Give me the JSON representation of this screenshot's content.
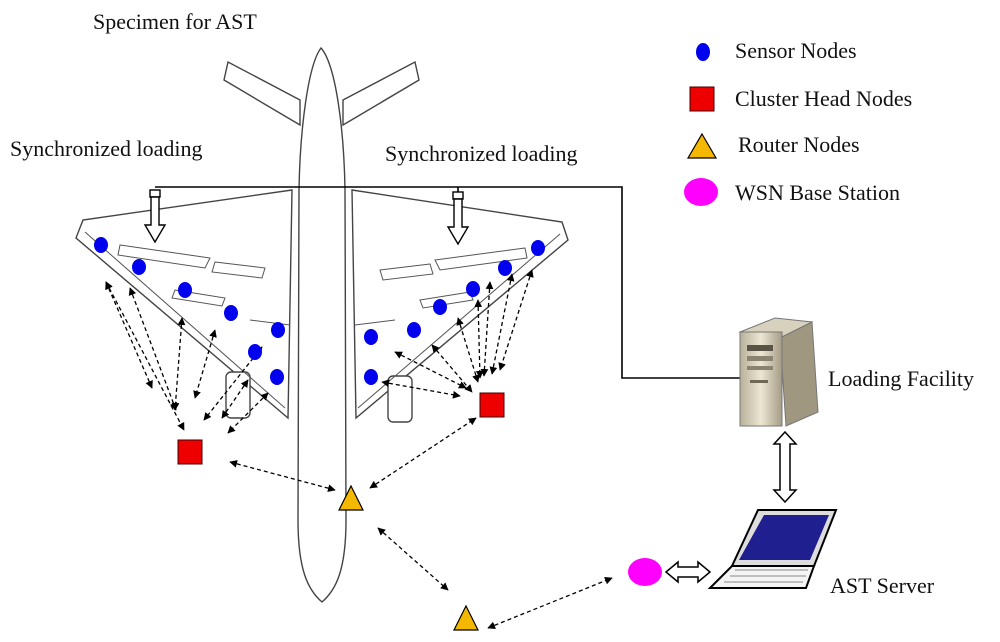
{
  "title": "Specimen for AST",
  "left_loading_label": "Synchronized loading",
  "right_loading_label": "Synchronized loading",
  "legend": [
    {
      "label": "Sensor Nodes",
      "icon": "blue-circle-icon",
      "color": "#0000ee"
    },
    {
      "label": "Cluster Head Nodes",
      "icon": "red-square-icon",
      "color": "#ee0000"
    },
    {
      "label": "Router Nodes",
      "icon": "yellow-triangle-icon",
      "color": "#f5b800"
    },
    {
      "label": "WSN Base Station",
      "icon": "magenta-ellipse-icon",
      "color": "#ff00ff"
    }
  ],
  "loading_facility_label": "Loading Facility",
  "ast_server_label": "AST Server",
  "colors": {
    "sensor": "#0000ee",
    "cluster_head": "#ee0000",
    "router": "#f5b800",
    "base_station": "#ff00ff",
    "laptop_screen": "#1f1f8f"
  }
}
